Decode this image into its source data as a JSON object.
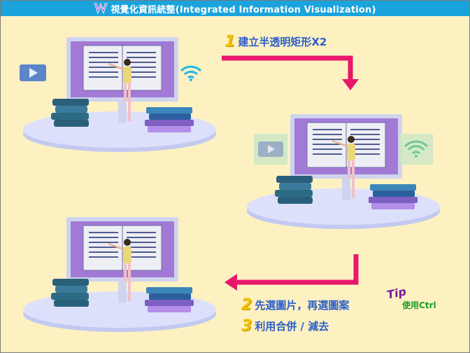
{
  "header": {
    "title": "視覺化資訊統整(Integrated Information Visualization)"
  },
  "steps": [
    {
      "number": "1",
      "text": "建立半透明矩形X2"
    },
    {
      "number": "2",
      "text": "先選圖片，再選圖案"
    },
    {
      "number": "3",
      "text": "利用合併 / 減去"
    }
  ],
  "tip": {
    "label": "Tip",
    "text": "使用Ctrl"
  },
  "colors": {
    "title_bar": "#1aa3dc",
    "background": "#fdf1c2",
    "arrow": "#e8176c",
    "step_number": "#f2c200",
    "step_text": "#2d5fc9",
    "tip_label": "#7a1aa3",
    "tip_text": "#1e9b2b"
  },
  "icons": [
    "video-play-icon",
    "wifi-icon",
    "book-stack-icon",
    "open-book-icon",
    "presenter-figure"
  ]
}
